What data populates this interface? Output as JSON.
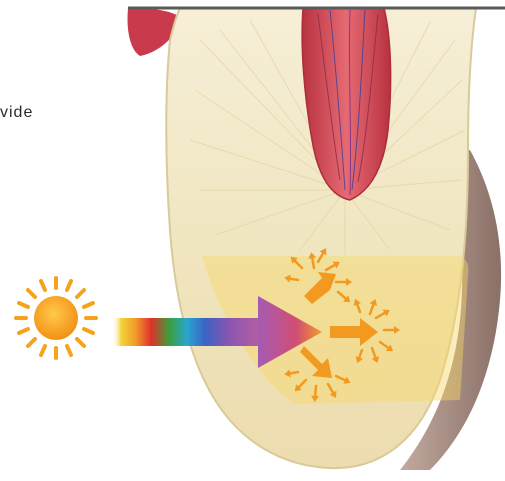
{
  "caption_text": "vide",
  "colors": {
    "enamel_fill": "#f1e8c6",
    "enamel_edge": "#ddd0a5",
    "pulp_red": "#d8495a",
    "gum_pink": "#c52f43",
    "root_brown": "#a89088",
    "scatter_band": "#f6dc7a",
    "sun_orange": "#f5a31c",
    "prism_arrow": "#b95fa0",
    "scatter_arrow": "#f19a1f",
    "top_border": "#5a5a5a"
  },
  "icons": {
    "sun": "sun-icon",
    "light_beam": "light-spectrum-arrow",
    "scatter": "scatter-arrows"
  }
}
